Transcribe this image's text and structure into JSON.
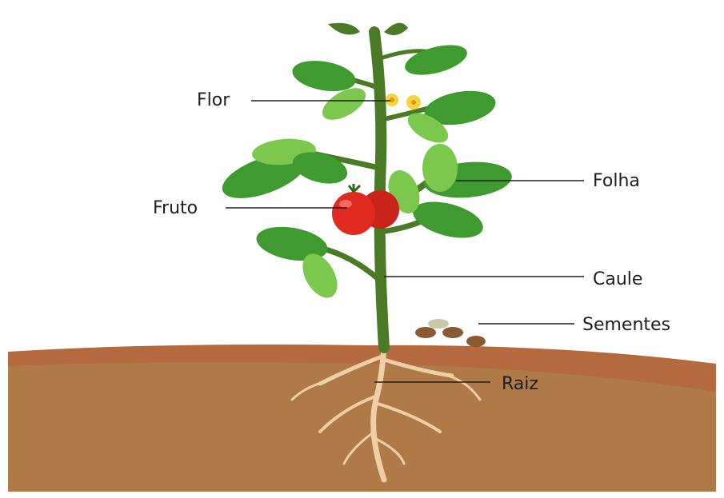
{
  "labels": {
    "flor": "Flor",
    "fruto": "Fruto",
    "folha": "Folha",
    "caule": "Caule",
    "sementes": "Sementes",
    "raiz": "Raiz"
  },
  "colors": {
    "soil_top": "#b4693f",
    "soil_body": "#b07a48",
    "stem": "#4a7a25",
    "leaf": "#3f9a2f",
    "leaf_light": "#7cc84e",
    "fruit": "#e02a1f",
    "flower": "#f4d33b",
    "root": "#f1cfa6",
    "seed": "#8a5a33"
  }
}
